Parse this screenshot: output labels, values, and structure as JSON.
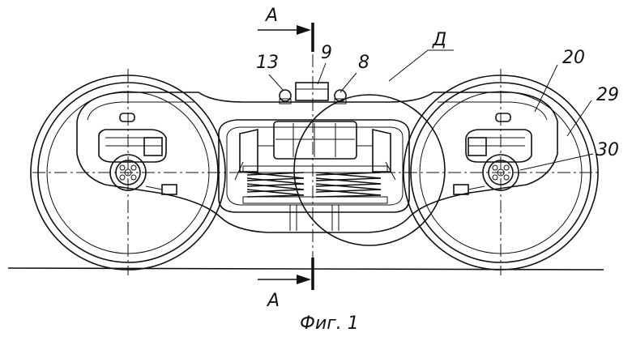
{
  "figure": {
    "caption": "Фиг. 1",
    "section_mark": "А",
    "detail_mark": "Д",
    "callouts": [
      "13",
      "9",
      "8",
      "20",
      "29",
      "30"
    ]
  }
}
